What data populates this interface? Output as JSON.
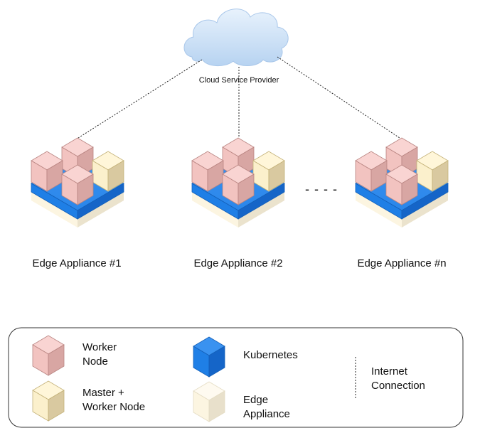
{
  "cloud": {
    "label": "Cloud Service Provider"
  },
  "appliances": [
    {
      "label": "Edge Appliance #1"
    },
    {
      "label": "Edge Appliance #2"
    },
    {
      "label": "Edge Appliance #n"
    }
  ],
  "ellipsis": "- - - -",
  "legend": {
    "worker_line1": "Worker",
    "worker_line2": "Node",
    "master_line1": "Master +",
    "master_line2": "Worker Node",
    "kubernetes": "Kubernetes",
    "edge_line1": "Edge",
    "edge_line2": "Appliance",
    "internet_line1": "Internet",
    "internet_line2": "Connection"
  },
  "colors": {
    "worker_node": "#f8cecc",
    "master_node": "#fff2cc",
    "kubernetes": "#1f7fe6",
    "edge_appliance": "#fdf6e3",
    "cloud": "#cfe3f8"
  }
}
